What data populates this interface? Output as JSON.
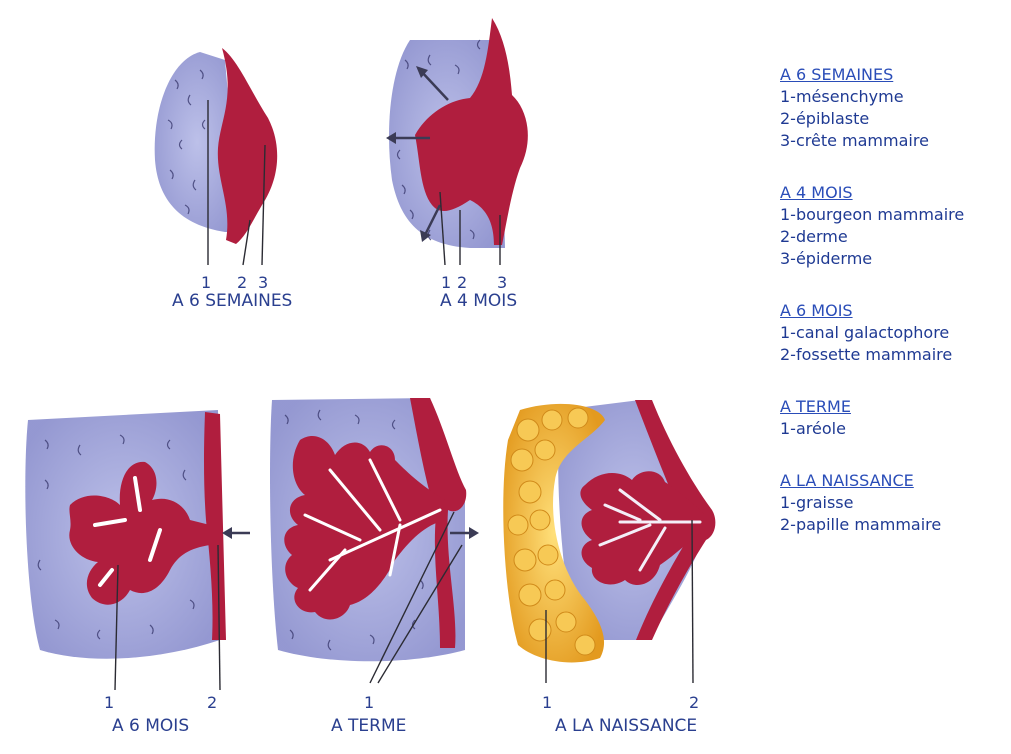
{
  "stages": [
    {
      "id": "six_weeks",
      "caption": "A 6 SEMAINES",
      "numbers": [
        "1",
        "2",
        "3"
      ]
    },
    {
      "id": "four_months",
      "caption": "A  4 MOIS",
      "numbers": [
        "1",
        "2",
        "3"
      ]
    },
    {
      "id": "six_months",
      "caption": "A 6 MOIS",
      "numbers": [
        "1",
        "2"
      ]
    },
    {
      "id": "term",
      "caption": "A TERME",
      "numbers": [
        "1"
      ]
    },
    {
      "id": "birth",
      "caption": "A LA NAISSANCE",
      "numbers": [
        "1",
        "2"
      ]
    }
  ],
  "legend": [
    {
      "heading": "A 6 SEMAINES",
      "items": [
        "1-mésenchyme",
        "2-épiblaste",
        "3-crête mammaire"
      ]
    },
    {
      "heading": "A 4 MOIS",
      "items": [
        "1-bourgeon mammaire",
        "2-derme",
        "3-épiderme"
      ]
    },
    {
      "heading": "A 6 MOIS",
      "items": [
        "1-canal galactophore",
        "2-fossette mammaire"
      ]
    },
    {
      "heading": "A TERME",
      "items": [
        "1-aréole"
      ]
    },
    {
      "heading": "A LA NAISSANCE",
      "items": [
        "1-graisse",
        "2-papille mammaire"
      ]
    }
  ],
  "colors": {
    "mesenchyme": "#9c9fd6",
    "epithelium": "#b01e3e",
    "fat": "#f0b63a",
    "text": "#2a3f8f"
  }
}
